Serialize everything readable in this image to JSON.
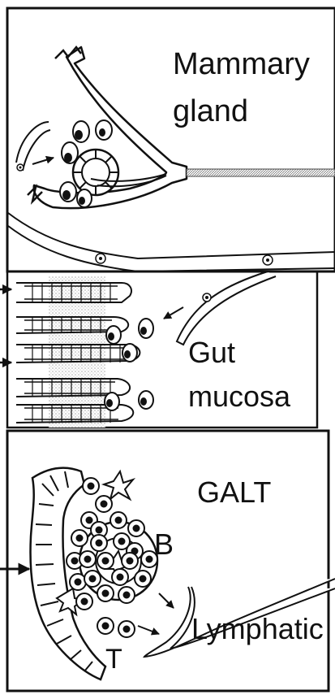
{
  "panels": {
    "mammary": {
      "label_line1": "Mammary",
      "label_line2": "gland"
    },
    "gut": {
      "label_line1": "Gut",
      "label_line2": "mucosa"
    },
    "galt": {
      "label": "GALT",
      "b_label": "B",
      "t_label": "T",
      "lymph_label": "Lymphatic"
    }
  },
  "icons": {
    "arrow": "arrow-icon",
    "cell": "lymphocyte-cell-icon",
    "dendritic": "dendritic-cell-icon"
  },
  "colors": {
    "ink": "#111111",
    "stipple": "#c9c9c9",
    "background": "#ffffff"
  }
}
